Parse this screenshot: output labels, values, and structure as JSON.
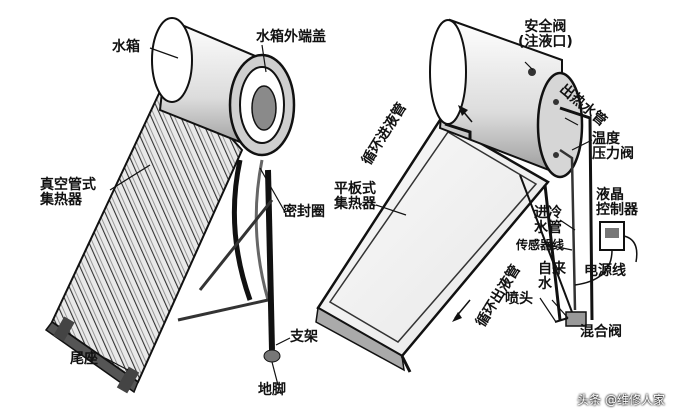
{
  "left": {
    "tank": "水箱",
    "tank_end_cap": "水箱外端盖",
    "vacuum_tube_collector": "真空管式\n集热器",
    "seal_ring": "密封圈",
    "bracket": "支架",
    "tail_base": "尾座",
    "foot": "地脚"
  },
  "right": {
    "safety_valve": "安全阀\n(注液口)",
    "hot_water_outlet": "出热水管",
    "circulation_inlet": "循环进液管",
    "flat_plate_collector": "平板式\n集热器",
    "temp_pressure_valve": "温度\n压力阀",
    "lcd_controller": "液晶\n控制器",
    "cold_water_inlet": "进冷\n水管",
    "sensor_wire": "传感器线",
    "tap_water": "自来\n水",
    "power_cord": "电源线",
    "circulation_outlet": "循环出液管",
    "nozzle": "喷头",
    "mixing_valve": "混合阀"
  },
  "watermark": "头条 @维修人家"
}
